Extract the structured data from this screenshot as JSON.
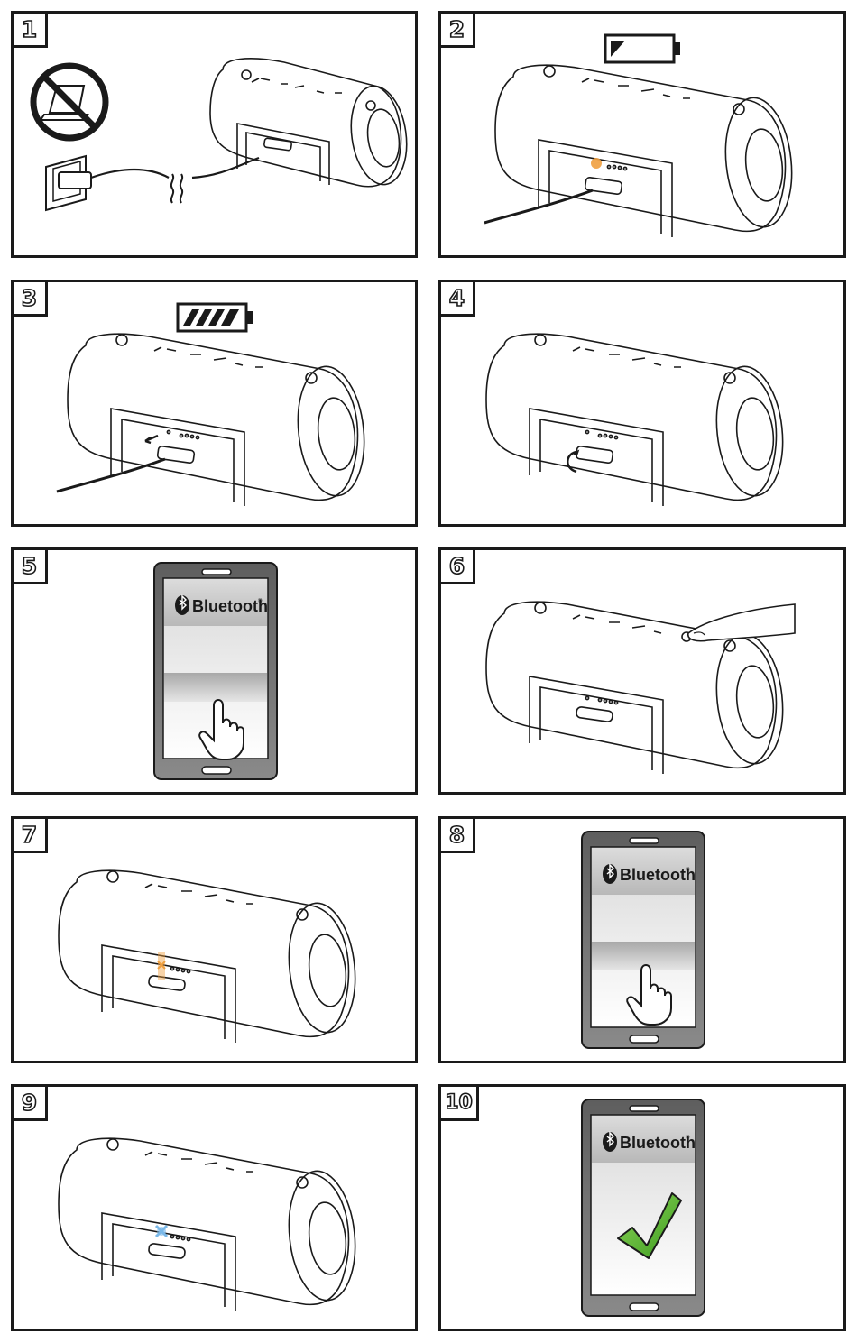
{
  "steps": [
    {
      "number": "1",
      "scene": "charge-plug-in"
    },
    {
      "number": "2",
      "scene": "charging-low-battery"
    },
    {
      "number": "3",
      "scene": "charging-full-battery"
    },
    {
      "number": "4",
      "scene": "close-port-cover"
    },
    {
      "number": "5",
      "scene": "phone-open-bluetooth"
    },
    {
      "number": "6",
      "scene": "press-power-button"
    },
    {
      "number": "7",
      "scene": "pairing-led-orange"
    },
    {
      "number": "8",
      "scene": "phone-select-device"
    },
    {
      "number": "9",
      "scene": "paired-led-blue"
    },
    {
      "number": "10",
      "scene": "phone-connected"
    }
  ],
  "bluetooth_label": "Bluetooth",
  "registered_mark": "®",
  "icons": {
    "no_laptop": "no-laptop-icon",
    "wall_socket": "wall-socket-icon",
    "battery_low": "battery-low-icon",
    "battery_full": "battery-full-icon",
    "hand_tap": "hand-tap-icon",
    "checkmark": "checkmark-icon",
    "finger": "finger-press-icon"
  },
  "colors": {
    "border": "#1a1a1a",
    "led_orange": "#f0a040",
    "led_blue": "#7ab8e8",
    "check_green": "#5cb82e",
    "phone_body": "#6a6a6a"
  }
}
